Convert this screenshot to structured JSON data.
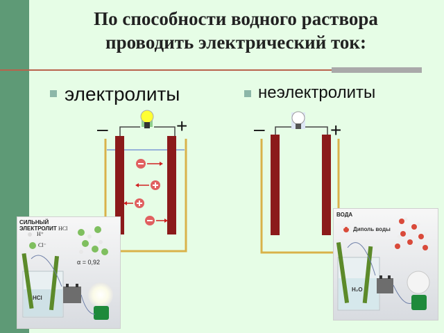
{
  "slide": {
    "title_line1": "По способности водного раствора",
    "title_line2": "проводить электрический ток:"
  },
  "columns": {
    "left": {
      "label": "электролиты"
    },
    "right": {
      "label": "неэлектролиты"
    }
  },
  "diagram_left": {
    "minus": "–",
    "plus": "+"
  },
  "diagram_right": {
    "minus": "–",
    "plus": "+"
  },
  "photo_left": {
    "heading1": "СИЛЬНЫЙ",
    "heading2": "ЭЛЕКТРОЛИТ",
    "heading_formula": "HCl",
    "ion_h": "H⁺",
    "ion_cl": "Cl⁻",
    "alpha": "α = 0,92",
    "beaker_label": "HCl"
  },
  "photo_right": {
    "heading": "ВОДА",
    "dipole_label": "Диполь воды",
    "beaker_label": "H₂O"
  },
  "colors": {
    "background": "#e6fde6",
    "left_bar": "#5e9a76",
    "rule": "#b9624c",
    "electrode": "#8b1a1a",
    "vessel": "#d9b24a",
    "ion": "#e06060",
    "arrow": "#d02020"
  }
}
